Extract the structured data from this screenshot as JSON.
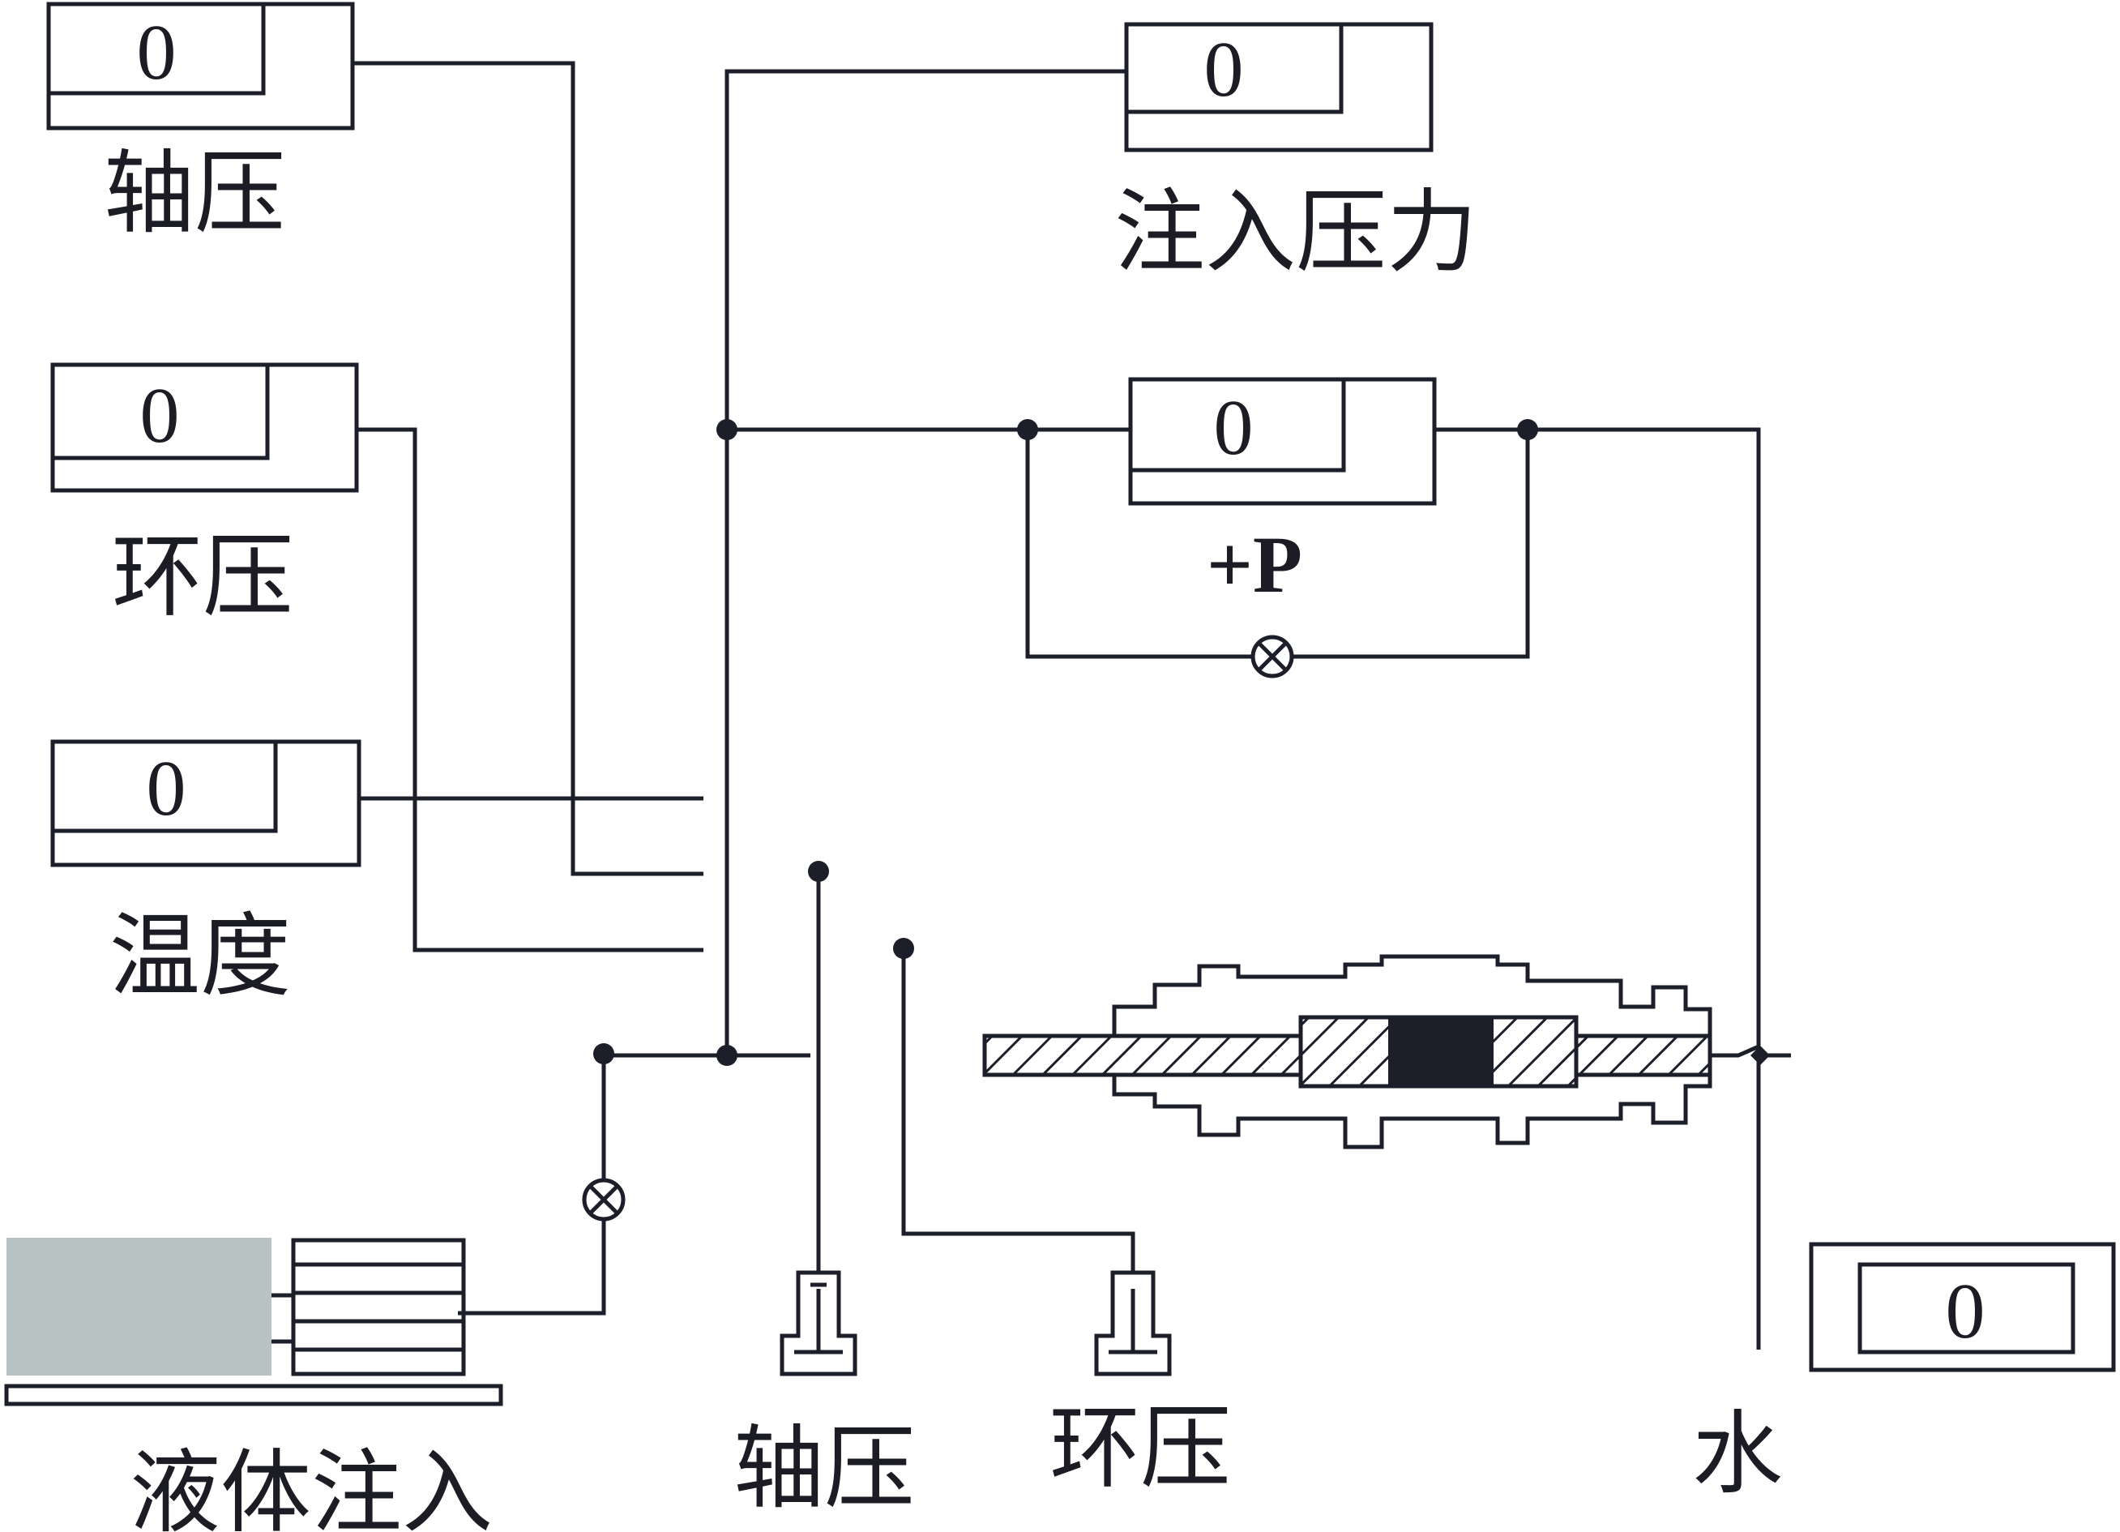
{
  "colors": {
    "line": "#1c1f2a",
    "fill_grey": "#b8c3c4",
    "background": "#ffffff"
  },
  "gauges": {
    "axial_display": {
      "value": "0",
      "label": "轴压"
    },
    "confining_display": {
      "value": "0",
      "label": "环压"
    },
    "temperature_display": {
      "value": "0",
      "label": "温度"
    },
    "injection_display": {
      "value": "0",
      "label": "注入压力"
    },
    "differential_display": {
      "value": "0",
      "label": "+P"
    },
    "water_display": {
      "value": "0"
    }
  },
  "components": {
    "liquid_injection_label": "液体注入",
    "axial_pump_label": "轴压",
    "confining_pump_label": "环压",
    "water_label": "水"
  },
  "icons": {
    "valve": "valve-icon",
    "pump": "hand-pump-icon",
    "junction": "junction-dot-icon"
  }
}
